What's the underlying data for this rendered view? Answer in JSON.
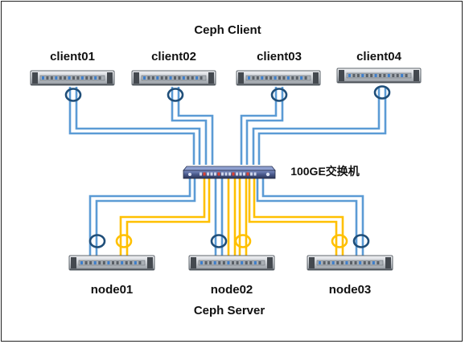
{
  "diagram": {
    "title_top": "Ceph Client",
    "title_bottom": "Ceph Server",
    "switch_label": "100GE交换机",
    "clients": [
      "client01",
      "client02",
      "client03",
      "client04"
    ],
    "nodes": [
      "node01",
      "node02",
      "node03"
    ],
    "colors": {
      "public_network": "#5b9bd5",
      "cluster_network": "#ffc000",
      "ring": "#1f4e79",
      "server_body": "#d5d8dc",
      "server_dark": "#44494f",
      "switch_body": "#4a5a8c"
    },
    "icons": [
      "server-icon",
      "switch-icon",
      "cable-ring-icon"
    ]
  }
}
